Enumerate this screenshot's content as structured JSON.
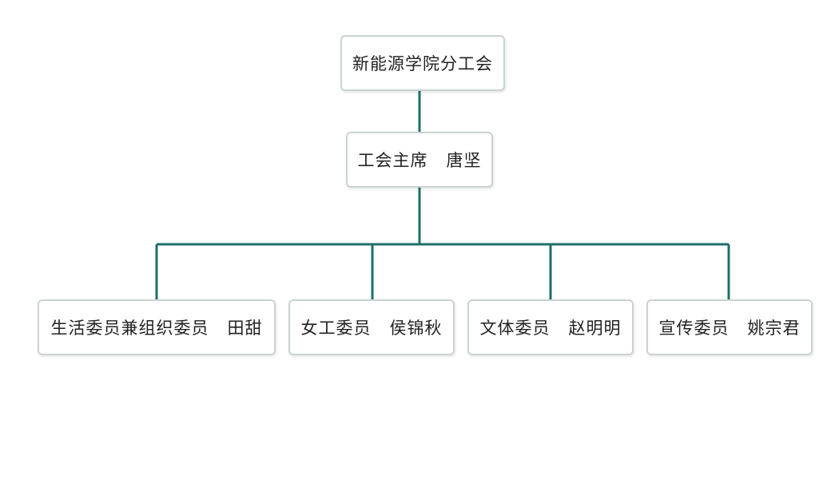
{
  "org_chart": {
    "root": {
      "label": "新能源学院分工会"
    },
    "chair": {
      "label": "工会主席   唐坚"
    },
    "members": [
      {
        "label": "生活委员兼组织委员   田甜"
      },
      {
        "label": "女工委员   侯锦秋"
      },
      {
        "label": "文体委员   赵明明"
      },
      {
        "label": "宣传委员   姚宗君"
      }
    ]
  },
  "colors": {
    "connector": "#1f6f6a",
    "node_border": "#c9d4d1",
    "text": "#222222",
    "background": "#ffffff"
  }
}
